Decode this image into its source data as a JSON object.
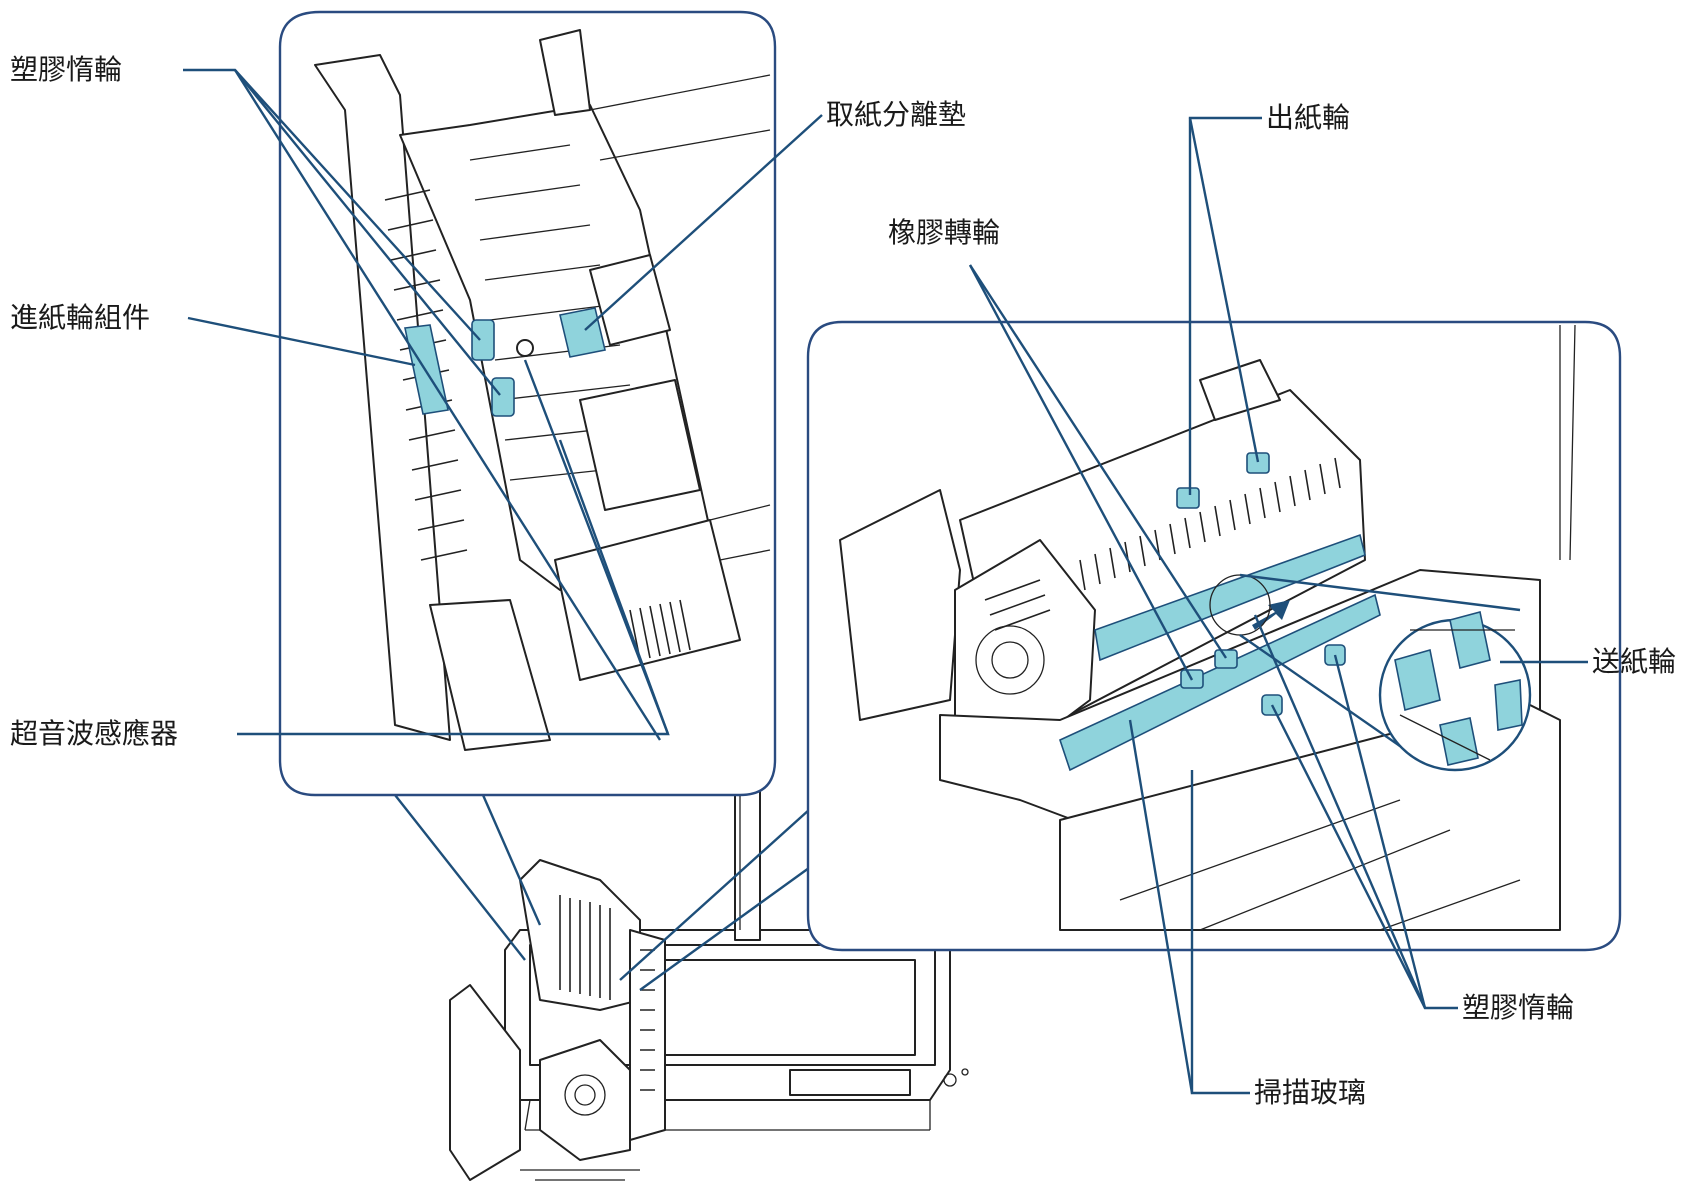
{
  "colors": {
    "highlight": "#8fd3dc",
    "leader_line": "#1e4f7a",
    "frame": "#2a4b80"
  },
  "labels": {
    "plastic_idler_top": "塑膠惰輪",
    "pad_assembly": "取紙分離墊",
    "exit_roller": "出紙輪",
    "rubber_roller": "橡膠轉輪",
    "pick_roller_assembly": "進紙輪組件",
    "feed_roller": "送紙輪",
    "ultrasonic_sensor": "超音波感應器",
    "plastic_idler_bottom": "塑膠惰輪",
    "glass": "掃描玻璃"
  }
}
